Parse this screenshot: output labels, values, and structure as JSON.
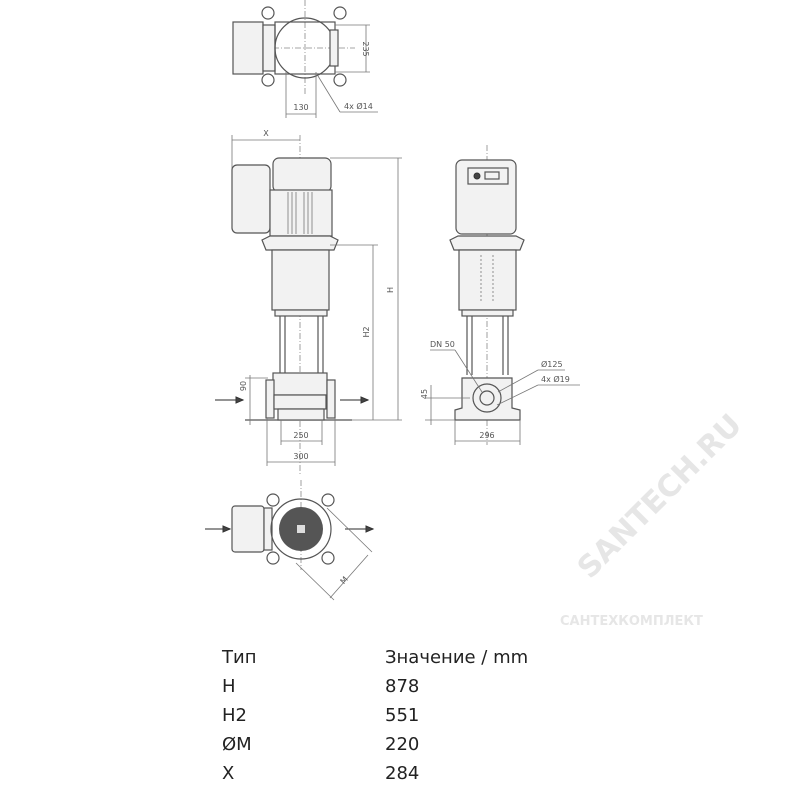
{
  "drawing": {
    "top_view": {
      "dim_depth": "235",
      "dim_width": "130",
      "bolt_holes": "4x Ø14"
    },
    "front_view": {
      "dim_x": "X",
      "dim_h": "H",
      "dim_h2": "H2",
      "dim_port_height": "90",
      "dim_base_inner": "250",
      "dim_base_outer": "300"
    },
    "side_view": {
      "nominal_diameter": "DN 50",
      "flange_diameter": "Ø125",
      "flange_holes": "4x Ø19",
      "dim_axis_height": "45",
      "dim_base_width": "296"
    },
    "bottom_view": {
      "dim_m": "M"
    }
  },
  "watermarks": {
    "site": "SANTECH.RU",
    "brand": "САНТЕХКОМПЛЕКТ"
  },
  "table": {
    "header": {
      "type": "Тип",
      "value": "Значение / mm"
    },
    "rows": [
      {
        "type": "H",
        "value": "878"
      },
      {
        "type": "H2",
        "value": "551"
      },
      {
        "type": "ØM",
        "value": "220"
      },
      {
        "type": "X",
        "value": "284"
      }
    ]
  }
}
